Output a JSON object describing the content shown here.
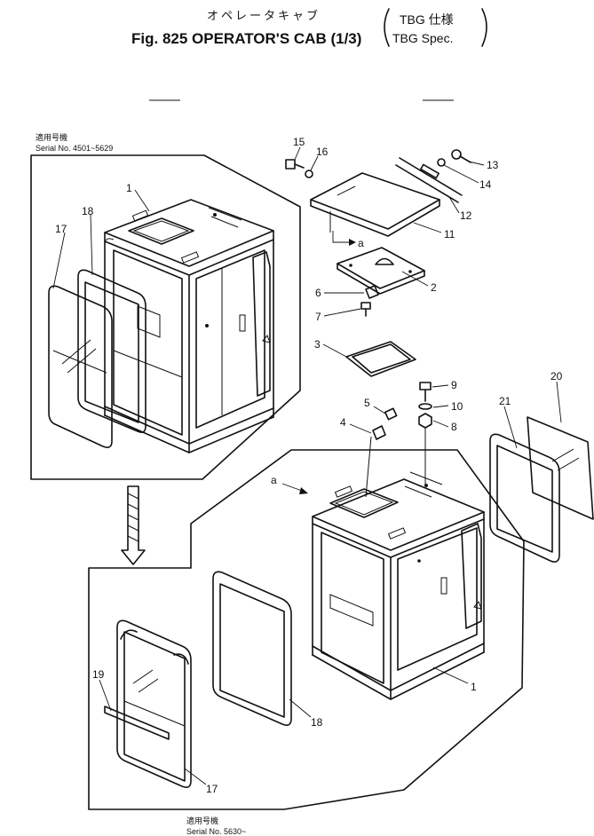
{
  "title": {
    "japanese": "オペレータキャブ",
    "main": "Fig. 825 OPERATOR'S CAB (1/3)",
    "spec_japanese": "TBG 仕様",
    "spec": "TBG Spec."
  },
  "serials": {
    "upper_label_jp": "適用号機",
    "upper_range": "Serial No. 4501~5629",
    "lower_label_jp": "適用号機",
    "lower_range": "Serial No. 5630~"
  },
  "callouts": [
    {
      "id": "c1a",
      "label": "1"
    },
    {
      "id": "c18a",
      "label": "18"
    },
    {
      "id": "c17a",
      "label": "17"
    },
    {
      "id": "c15",
      "label": "15"
    },
    {
      "id": "c16",
      "label": "16"
    },
    {
      "id": "c13",
      "label": "13"
    },
    {
      "id": "c14",
      "label": "14"
    },
    {
      "id": "c12",
      "label": "12"
    },
    {
      "id": "c11",
      "label": "11"
    },
    {
      "id": "ca",
      "label": "a"
    },
    {
      "id": "c2",
      "label": "2"
    },
    {
      "id": "c6",
      "label": "6"
    },
    {
      "id": "c7",
      "label": "7"
    },
    {
      "id": "c3",
      "label": "3"
    },
    {
      "id": "c9",
      "label": "9"
    },
    {
      "id": "c10",
      "label": "10"
    },
    {
      "id": "c5",
      "label": "5"
    },
    {
      "id": "c4",
      "label": "4"
    },
    {
      "id": "c8",
      "label": "8"
    },
    {
      "id": "c20",
      "label": "20"
    },
    {
      "id": "c21",
      "label": "21"
    },
    {
      "id": "ca2",
      "label": "a"
    },
    {
      "id": "c1b",
      "label": "1"
    },
    {
      "id": "c18b",
      "label": "18"
    },
    {
      "id": "c19",
      "label": "19"
    },
    {
      "id": "c17b",
      "label": "17"
    }
  ]
}
